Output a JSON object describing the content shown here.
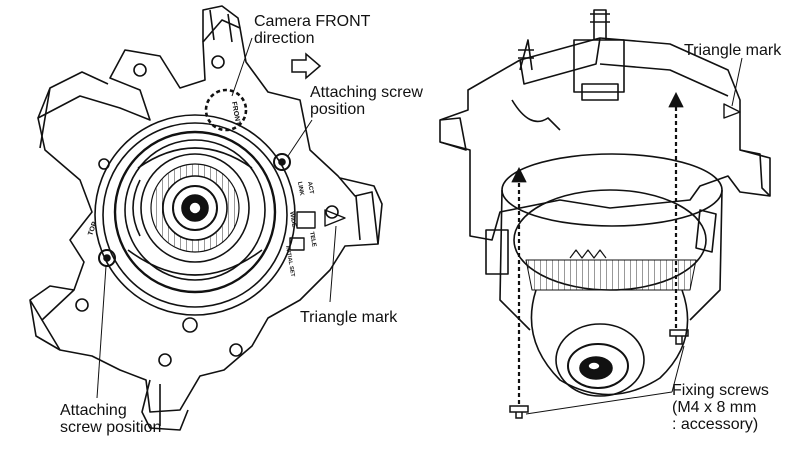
{
  "left_view": {
    "camera_front_label": "Camera FRONT",
    "camera_front_label2": "direction",
    "attaching_screw_top_label": "Attaching screw",
    "attaching_screw_top_label2": "position",
    "attaching_screw_bottom_label": "Attaching",
    "attaching_screw_bottom_label2": "screw position",
    "triangle_mark_label": "Triangle mark",
    "front_marking": "FRONT",
    "top_marking": "TOP",
    "link_marking": "LINK",
    "act_marking": "ACT",
    "wide_marking": "WIDE",
    "tele_marking": "TELE",
    "initial_set_marking": "INITIAL SET"
  },
  "right_view": {
    "triangle_mark_label": "Triangle mark",
    "fixing_screws_label": "Fixing screws",
    "fixing_screws_label2": "(M4 x 8 mm",
    "fixing_screws_label3": ": accessory)"
  },
  "colors": {
    "line": "#111111",
    "background": "#ffffff",
    "shade": "#d9d9d9"
  },
  "icons": {
    "direction_arrow": "outlined-right-arrow"
  }
}
